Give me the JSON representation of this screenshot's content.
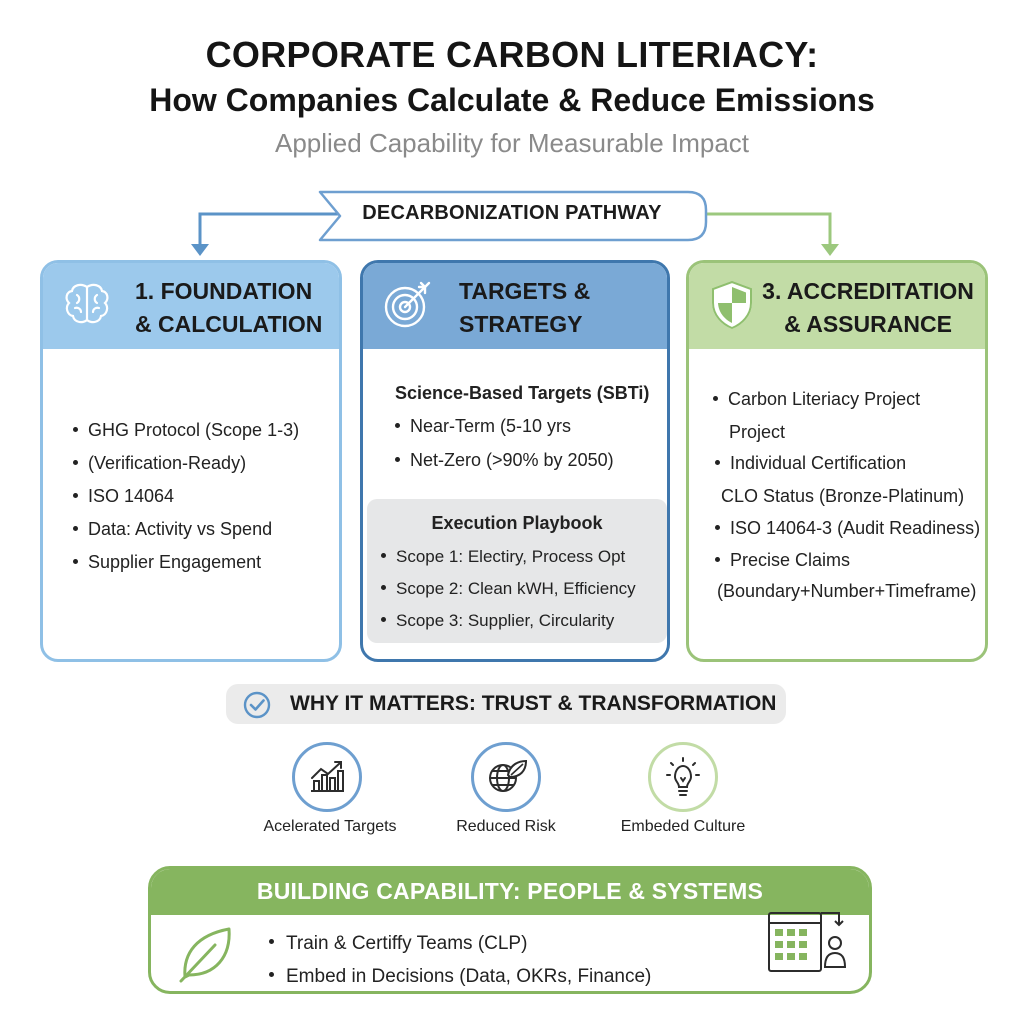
{
  "header": {
    "title": "CORPORATE CARBON LITERIACY:",
    "subtitle": "How Companies Calculate & Reduce Emissions",
    "tagline": "Applied Capability for Measurable Impact"
  },
  "pathway": {
    "label": "DECARBONIZATION PATHWAY",
    "colors": {
      "left_arrow": "#5b93c7",
      "right_arrow": "#9cc87e"
    }
  },
  "cards": [
    {
      "title_line1": "1. FOUNDATION",
      "title_line2": "& CALCULATION",
      "icon": "brain-icon",
      "color": "#9cc9ec",
      "bullets": [
        "GHG Protocol (Scope 1-3)",
        "(Verification-Ready)",
        "ISO 14064",
        "Data: Activity vs Spend",
        "Supplier Engagement"
      ]
    },
    {
      "title_line1": "TARGETS &",
      "title_line2": "STRATEGY",
      "icon": "target-icon",
      "color": "#7aa9d6",
      "section_title": "Science-Based Targets (SBTi)",
      "bullets": [
        "Near-Term (5-10 yrs",
        "Net-Zero (>90% by 2050)"
      ],
      "playbook": {
        "title": "Execution Playbook",
        "bullets": [
          "Scope 1: Electiry, Process Opt",
          "Scope 2: Clean kWH, Efficiency",
          "Scope 3: Supplier, Circularity"
        ]
      }
    },
    {
      "title_line1": "3. ACCREDITATION",
      "title_line2": "& ASSURANCE",
      "icon": "shield-icon",
      "color": "#c2dca6",
      "item1": {
        "bullet": "Carbon Literiacy Project",
        "cont": "Project"
      },
      "item2": {
        "bullet": "Individual Certification",
        "cont": "CLO Status (Bronze-Platinum)"
      },
      "item3": {
        "bullet": "ISO 14064-3 (Audit Readiness)"
      },
      "item4": {
        "bullet": "Precise Claims",
        "cont": "(Boundary+Number+Timeframe)"
      }
    }
  ],
  "why": {
    "title": "WHY IT MATTERS: TRUST & TRANSFORMATION",
    "icon": "checkmark-circle-icon",
    "items": [
      {
        "label": "Acelerated Targets",
        "icon": "growth-chart-icon"
      },
      {
        "label": "Reduced Risk",
        "icon": "globe-leaf-icon"
      },
      {
        "label": "Embeded Culture",
        "icon": "lightbulb-icon"
      }
    ]
  },
  "capability": {
    "title": "BUILDING CAPABILITY: PEOPLE & SYSTEMS",
    "icon_left": "leaf-icon",
    "icon_right": "calendar-person-icon",
    "color": "#86b55f",
    "bullets": [
      "Train & Certiffy Teams (CLP)",
      "Embed in Decisions (Data, OKRs, Finance)"
    ]
  }
}
